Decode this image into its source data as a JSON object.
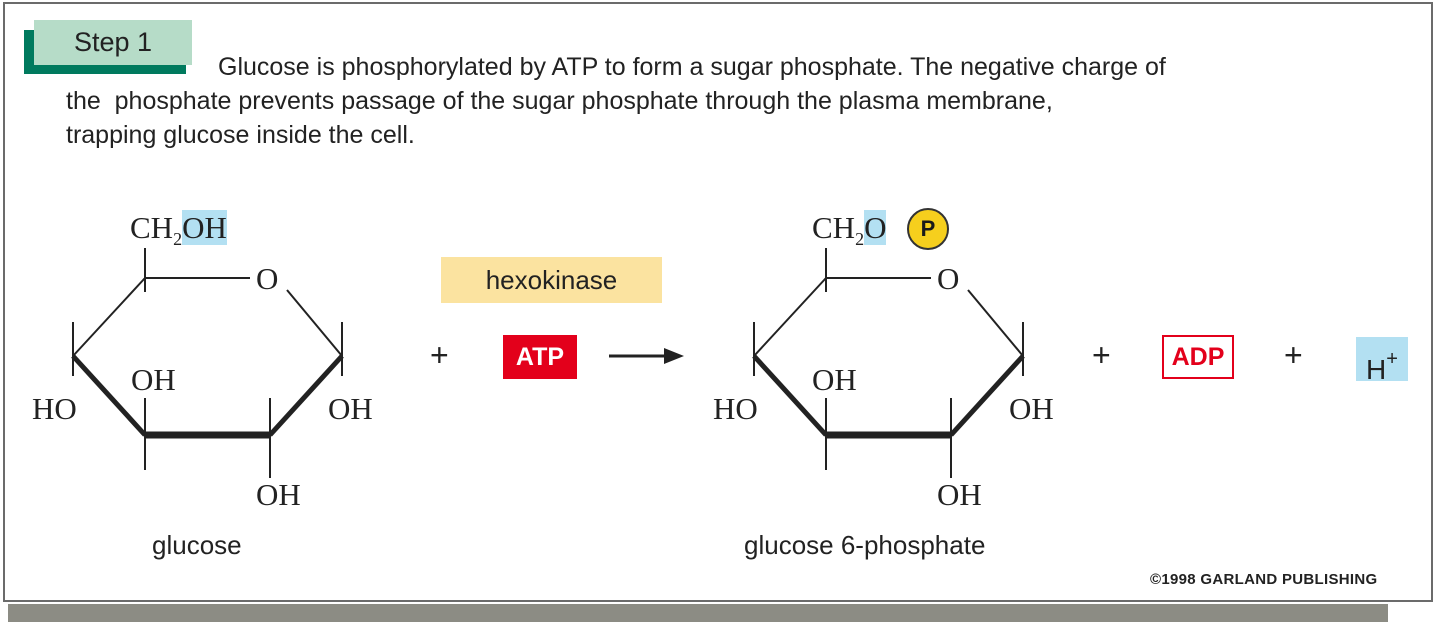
{
  "step": {
    "label": "Step 1"
  },
  "description": {
    "line1": "Glucose is phosphorylated by ATP to form a sugar phosphate. The negative charge of",
    "line2": "the  phosphate prevents passage of the sugar phosphate through the plasma membrane,",
    "line3": "trapping glucose inside the cell."
  },
  "reactant": {
    "ch2": "CH",
    "ch2_sub": "2",
    "oh_group": "OH",
    "ring_o": "O",
    "ho_left": "HO",
    "oh_mid": "OH",
    "oh_right": "OH",
    "oh_bottom": "OH",
    "name": "glucose"
  },
  "enzyme": "hexokinase",
  "atp": "ATP",
  "arrow_icon": "right-arrow-icon",
  "product": {
    "ch2": "CH",
    "ch2_sub": "2",
    "o_group": "O",
    "phosphate": "P",
    "ring_o": "O",
    "ho_left": "HO",
    "oh_mid": "OH",
    "oh_right": "OH",
    "oh_bottom": "OH",
    "name": "glucose 6-phosphate"
  },
  "plus": "+",
  "adp": "ADP",
  "hydrogen": {
    "symbol": "H",
    "charge": "+"
  },
  "copyright": "©1998 GARLAND PUBLISHING",
  "colors": {
    "step_bar": "#007a5e",
    "step_tab": "#b6dcc8",
    "highlight_blue": "#b3e0f2",
    "enzyme_bg": "#fbe3a0",
    "atp_red": "#e3001b",
    "phosphate_yellow": "#f6cf1d"
  }
}
